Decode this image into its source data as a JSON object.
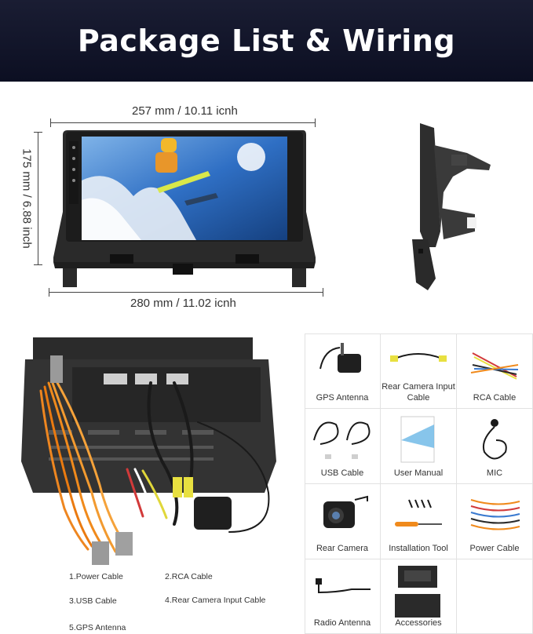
{
  "header": {
    "title": "Package List & Wiring"
  },
  "dimensions": {
    "top_width": "257 mm / 10.11 icnh",
    "side_height": "175 mm / 6.88 inch",
    "bottom_width": "280 mm / 11.02 icnh"
  },
  "package_items": [
    {
      "label": "GPS Antenna"
    },
    {
      "label": "Rear Camera Input Cable"
    },
    {
      "label": "RCA Cable"
    },
    {
      "label": "USB Cable"
    },
    {
      "label": "User Manual"
    },
    {
      "label": "MIC"
    },
    {
      "label": "Rear Camera"
    },
    {
      "label": "Installation Tool"
    },
    {
      "label": "Power Cable"
    },
    {
      "label": "Radio Antenna"
    },
    {
      "label": "Accessories"
    }
  ],
  "wiring_legend": [
    "1.Power Cable",
    "2.RCA Cable",
    "3.USB Cable",
    "4.Rear Camera Input Cable",
    "5.GPS Antenna"
  ],
  "colors": {
    "banner": "#12152b",
    "frame": "#2b2b2b",
    "orange_cable": "#f08a1c"
  }
}
